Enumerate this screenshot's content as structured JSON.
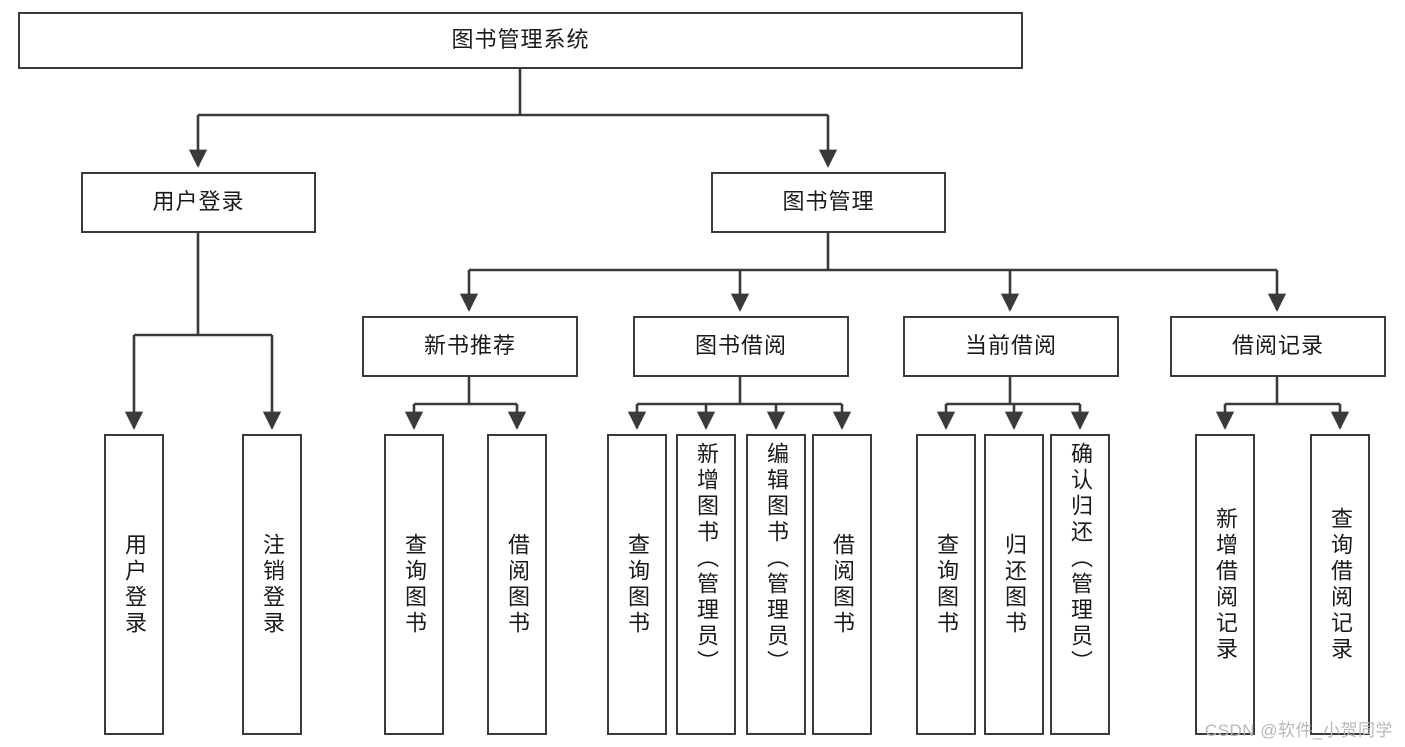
{
  "diagram": {
    "title": "图书管理系统",
    "type": "functional-structure-tree",
    "root": {
      "id": "root",
      "label": "图书管理系统"
    },
    "level2": [
      {
        "id": "user-login",
        "label": "用户登录"
      },
      {
        "id": "book-manage",
        "label": "图书管理"
      }
    ],
    "level3": [
      {
        "id": "new-book-rec",
        "label": "新书推荐",
        "parent": "book-manage"
      },
      {
        "id": "book-borrow",
        "label": "图书借阅",
        "parent": "book-manage"
      },
      {
        "id": "current-borrow",
        "label": "当前借阅",
        "parent": "book-manage"
      },
      {
        "id": "borrow-record",
        "label": "借阅记录",
        "parent": "book-manage"
      }
    ],
    "leaves": [
      {
        "id": "leaf-user-login",
        "label": "用户登录",
        "parent": "user-login"
      },
      {
        "id": "leaf-logout-login",
        "label": "注销登录",
        "parent": "user-login"
      },
      {
        "id": "leaf-query-book-1",
        "label": "查询图书",
        "parent": "new-book-rec"
      },
      {
        "id": "leaf-borrow-book-1",
        "label": "借阅图书",
        "parent": "new-book-rec"
      },
      {
        "id": "leaf-query-book-2",
        "label": "查询图书",
        "parent": "book-borrow"
      },
      {
        "id": "leaf-add-book",
        "label": "新增图书（管理员）",
        "parent": "book-borrow"
      },
      {
        "id": "leaf-edit-book",
        "label": "编辑图书（管理员）",
        "parent": "book-borrow"
      },
      {
        "id": "leaf-borrow-book-2",
        "label": "借阅图书",
        "parent": "book-borrow"
      },
      {
        "id": "leaf-query-book-3",
        "label": "查询图书",
        "parent": "current-borrow"
      },
      {
        "id": "leaf-return-book",
        "label": "归还图书",
        "parent": "current-borrow"
      },
      {
        "id": "leaf-confirm-return",
        "label": "确认归还（管理员）",
        "parent": "current-borrow"
      },
      {
        "id": "leaf-add-record",
        "label": "新增借阅记录",
        "parent": "borrow-record"
      },
      {
        "id": "leaf-query-record",
        "label": "查询借阅记录",
        "parent": "borrow-record"
      }
    ],
    "colors": {
      "node_border": "#3a3a3a",
      "node_fill": "#ffffff",
      "edge": "#3a3a3a",
      "text": "#1a1a1a",
      "watermark": "#b8b8b8"
    }
  },
  "watermark": {
    "text": "CSDN @软件_小贺同学"
  }
}
